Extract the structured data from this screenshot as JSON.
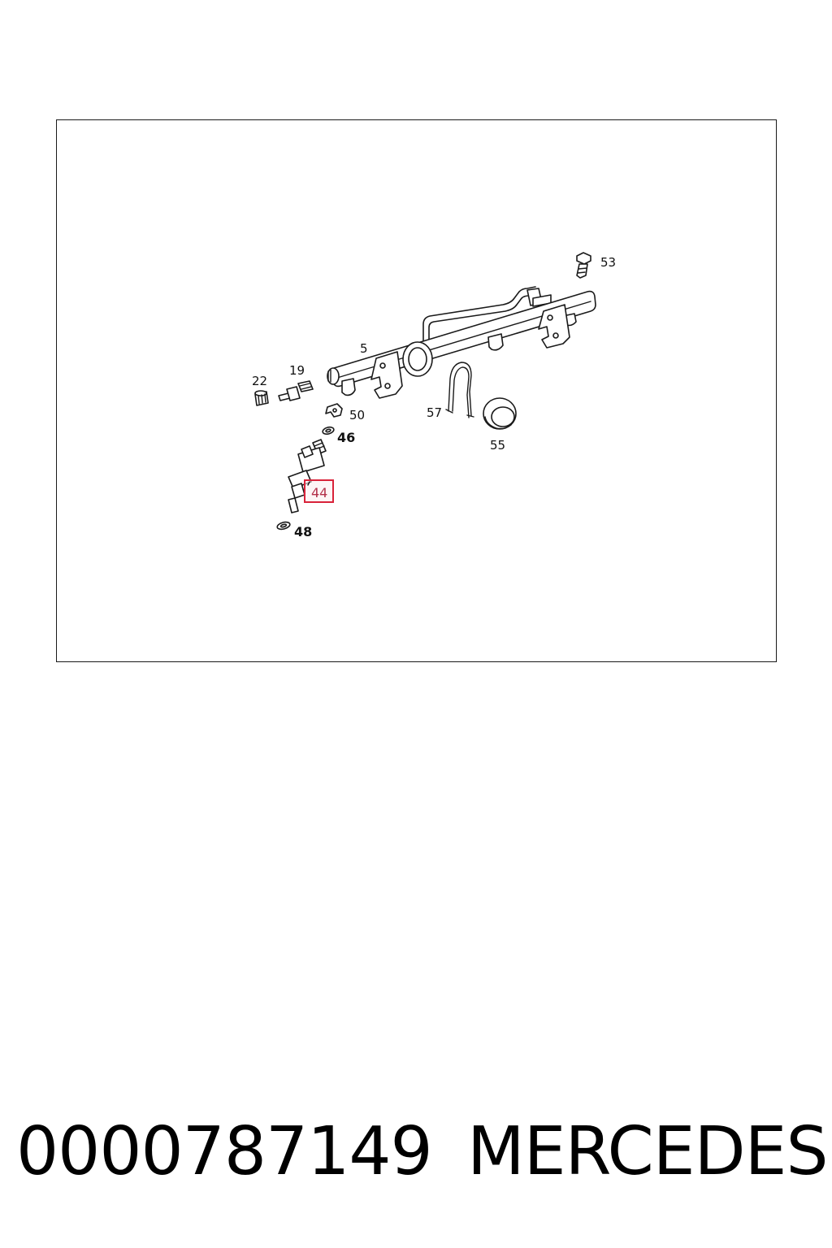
{
  "diagram": {
    "callouts": [
      {
        "id": "c53",
        "label": "53"
      },
      {
        "id": "c5",
        "label": "5"
      },
      {
        "id": "c22",
        "label": "22"
      },
      {
        "id": "c19",
        "label": "19"
      },
      {
        "id": "c50",
        "label": "50"
      },
      {
        "id": "c46",
        "label": "46"
      },
      {
        "id": "c57",
        "label": "57"
      },
      {
        "id": "c55",
        "label": "55"
      },
      {
        "id": "c44",
        "label": "44",
        "highlighted": true
      },
      {
        "id": "c48",
        "label": "48"
      }
    ],
    "highlight_color": "#d9233a"
  },
  "footer": {
    "part_number": "0000787149",
    "brand": "MERCEDES"
  }
}
